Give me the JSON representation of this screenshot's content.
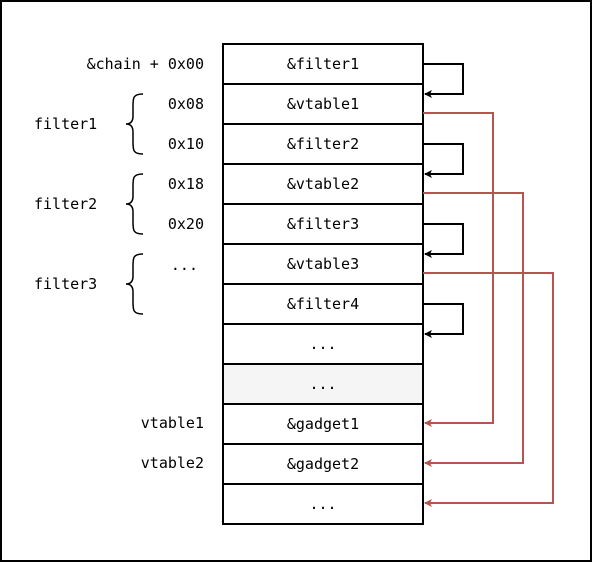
{
  "cells": [
    {
      "label": "&filter1",
      "shaded": false
    },
    {
      "label": "&vtable1",
      "shaded": false
    },
    {
      "label": "&filter2",
      "shaded": false
    },
    {
      "label": "&vtable2",
      "shaded": false
    },
    {
      "label": "&filter3",
      "shaded": false
    },
    {
      "label": "&vtable3",
      "shaded": false
    },
    {
      "label": "&filter4",
      "shaded": false
    },
    {
      "label": "...",
      "shaded": false
    },
    {
      "label": "...",
      "shaded": true
    },
    {
      "label": "&gadget1",
      "shaded": false
    },
    {
      "label": "&gadget2",
      "shaded": false
    },
    {
      "label": "...",
      "shaded": false
    }
  ],
  "offsets": [
    "&chain + 0x00",
    "0x08",
    "0x10",
    "0x18",
    "0x20",
    "..."
  ],
  "groups": [
    "filter1",
    "filter2",
    "filter3"
  ],
  "vtable_labels": [
    "vtable1",
    "vtable2"
  ],
  "colors": {
    "cell_border": "#000000",
    "shaded_fill": "#f5f5f5",
    "self_arrow": "#000000",
    "vtable_arrow": "#b85450"
  }
}
